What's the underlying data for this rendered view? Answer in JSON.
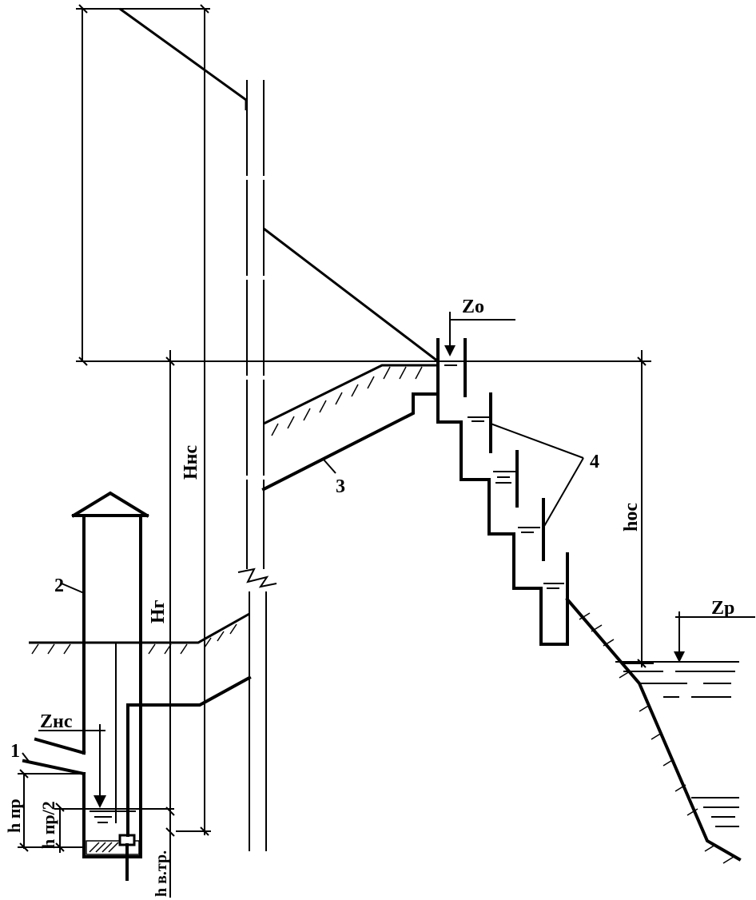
{
  "labels": {
    "z_o": "Zo",
    "z_p": "Zp",
    "z_nc": "Zнс",
    "h_nc": "Hнс",
    "h_g": "Hг",
    "h_oc": "hос",
    "h_pr": "h пр",
    "h_pr_half": "h пр/2",
    "h_v_tr": "h в.тр.",
    "callout_1": "1",
    "callout_2": "2",
    "callout_3": "3",
    "callout_4": "4"
  }
}
